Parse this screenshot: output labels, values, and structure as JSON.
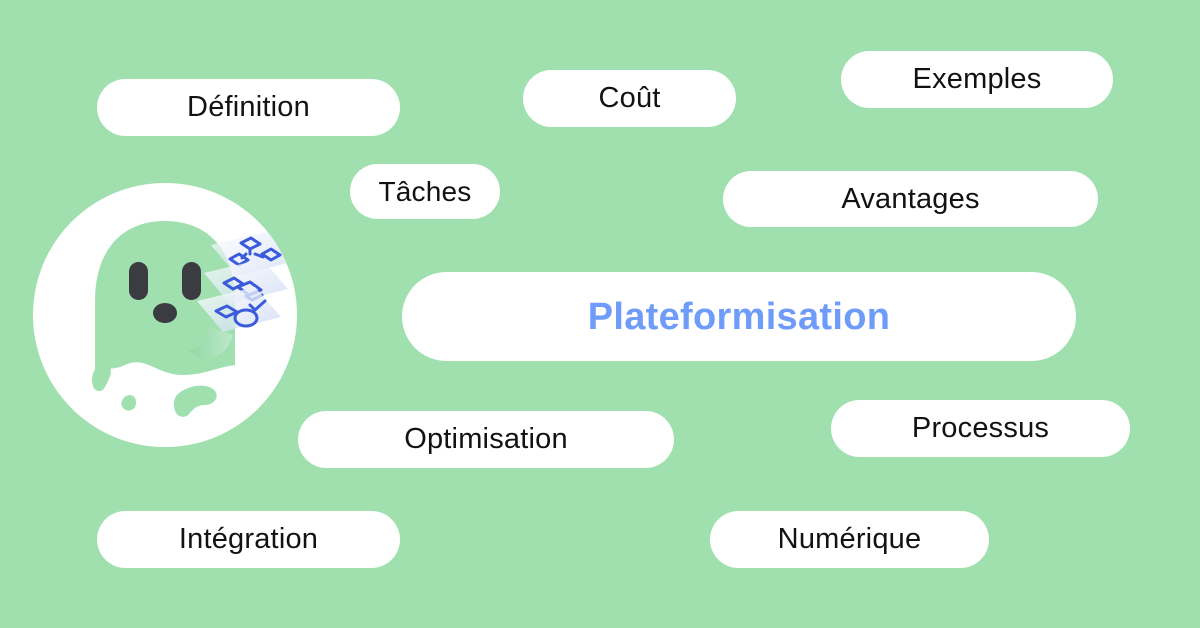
{
  "page": {
    "background_color": "#9fe0ae",
    "pill_color": "#ffffff",
    "pill_text_color": "#111214",
    "accent_color": "#6f9cf8"
  },
  "keyword_map": {
    "center": {
      "label": "Plateformisation"
    },
    "pills": [
      {
        "label": "Définition"
      },
      {
        "label": "Coût"
      },
      {
        "label": "Exemples"
      },
      {
        "label": "Tâches"
      },
      {
        "label": "Avantages"
      },
      {
        "label": "Optimisation"
      },
      {
        "label": "Processus"
      },
      {
        "label": "Intégration"
      },
      {
        "label": "Numérique"
      }
    ]
  },
  "mascot": {
    "name": "ghost-mascot",
    "body_color": "#9fe0ae",
    "circle_color": "#ffffff",
    "eye_color": "#3b3b42",
    "card_shape_color": "#3b5bdb",
    "cards_count": 3
  }
}
